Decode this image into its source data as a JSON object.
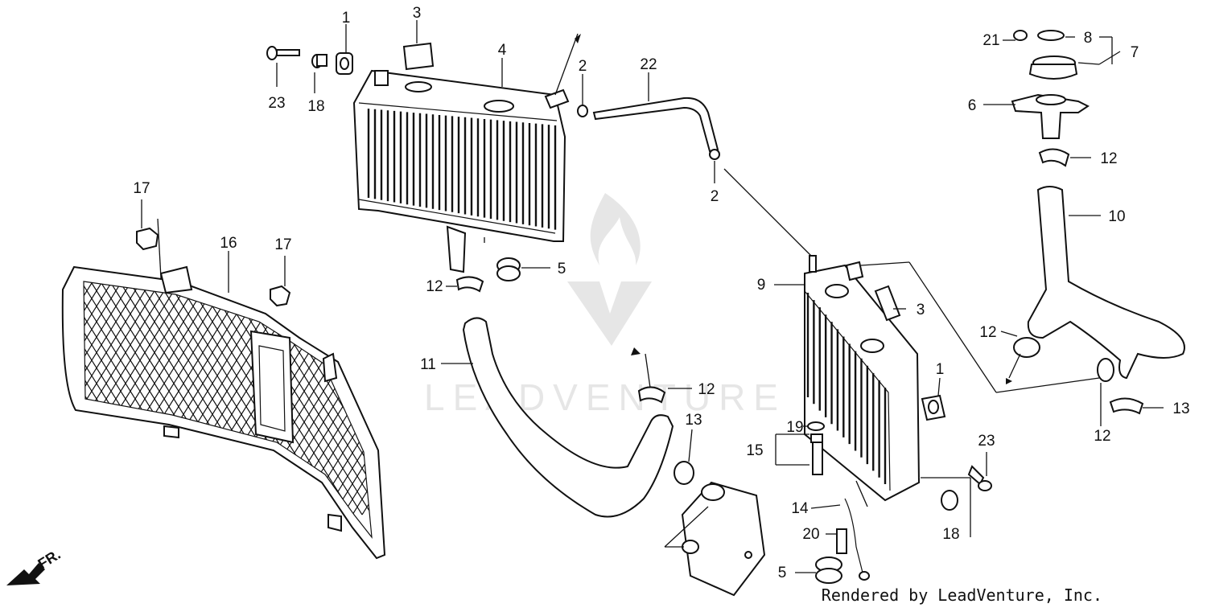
{
  "callouts": {
    "c1a": "1",
    "c1b": "1",
    "c2a": "2",
    "c2b": "2",
    "c3a": "3",
    "c3b": "3",
    "c4": "4",
    "c5a": "5",
    "c5b": "5",
    "c6": "6",
    "c7": "7",
    "c8": "8",
    "c9": "9",
    "c10": "10",
    "c11": "11",
    "c12a": "12",
    "c12b": "12",
    "c12c": "12",
    "c12d": "12",
    "c12e": "12",
    "c13a": "13",
    "c13b": "13",
    "c14": "14",
    "c15": "15",
    "c16": "16",
    "c17a": "17",
    "c17b": "17",
    "c18a": "18",
    "c18b": "18",
    "c19": "19",
    "c20": "20",
    "c21": "21",
    "c22": "22",
    "c23a": "23",
    "c23b": "23"
  },
  "front_indicator": "FR.",
  "watermark": "LEADVENTURE",
  "credit": "Rendered by LeadVenture, Inc."
}
